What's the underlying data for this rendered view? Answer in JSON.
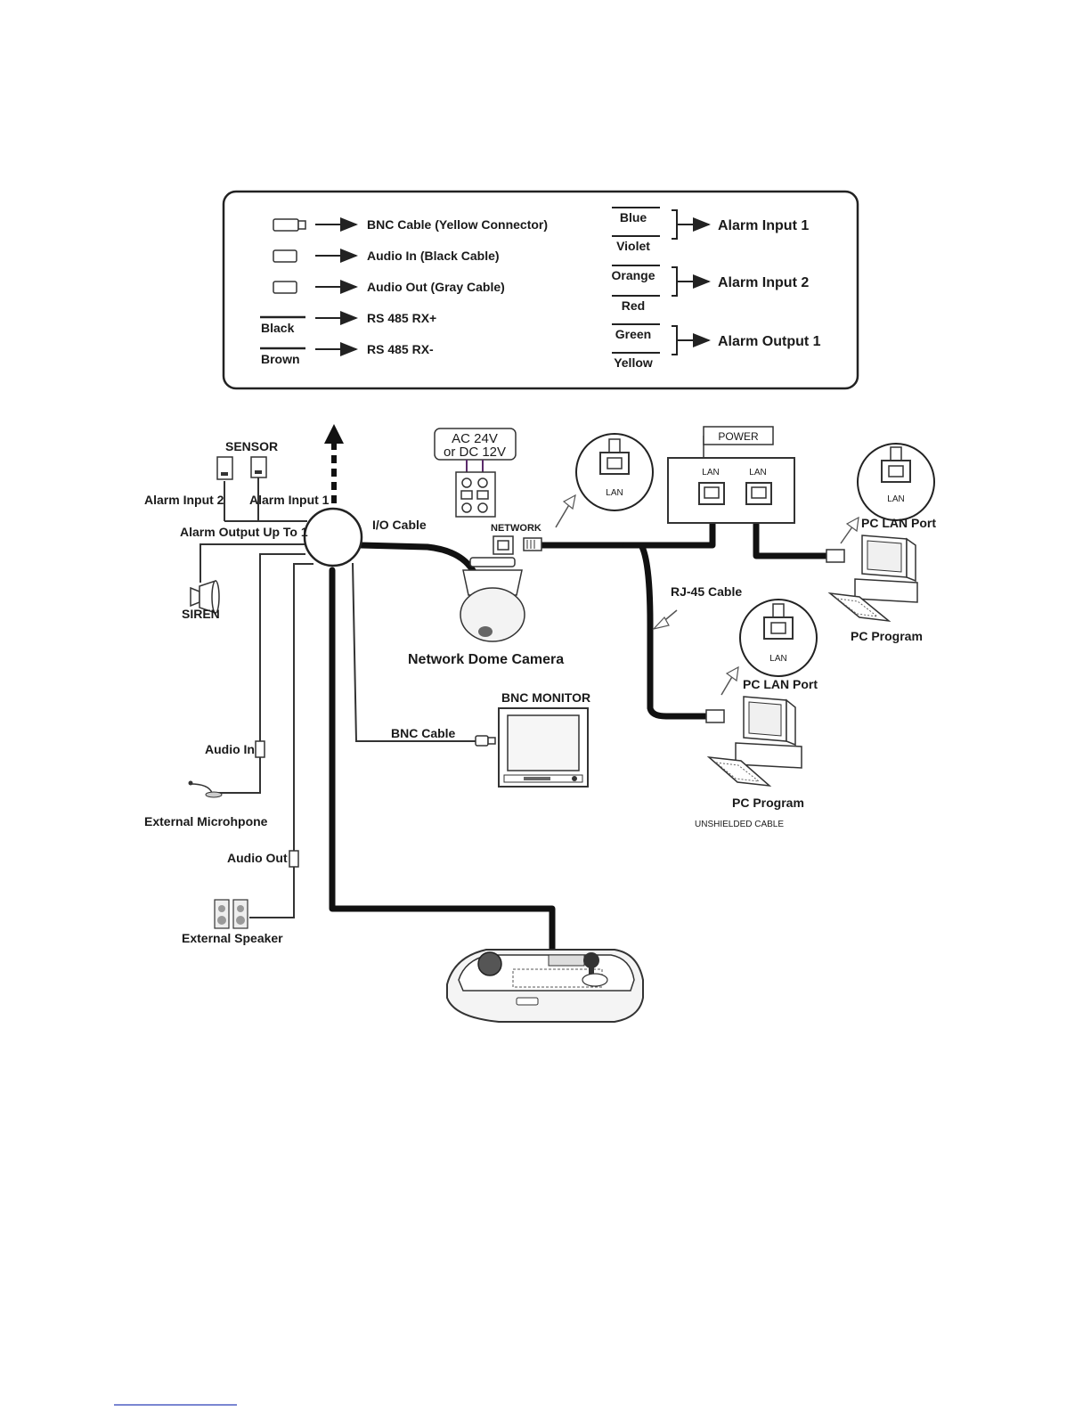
{
  "legend": {
    "connectors": [
      {
        "label": "BNC Cable (Yellow Connector)"
      },
      {
        "label": "Audio In (Black Cable)"
      },
      {
        "label": "Audio Out (Gray Cable)"
      }
    ],
    "wires": [
      {
        "wire": "Black",
        "label": "RS 485 RX+"
      },
      {
        "wire": "Brown",
        "label": "RS 485 RX-"
      }
    ],
    "alarms": [
      {
        "top": "Blue",
        "bottom": "Violet",
        "label": "Alarm Input 1"
      },
      {
        "top": "Orange",
        "bottom": "Red",
        "label": "Alarm Input 2"
      },
      {
        "top": "Green",
        "bottom": "Yellow",
        "label": "Alarm Output 1"
      }
    ]
  },
  "labels": {
    "sensor": "SENSOR",
    "alarm_input_2": "Alarm Input 2",
    "alarm_input_1": "Alarm Input 1",
    "alarm_output": "Alarm Output Up To 1",
    "siren": "SIREN",
    "power_line1": "AC 24V",
    "power_line2": "or DC 12V",
    "io_cable": "I/O Cable",
    "network": "NETWORK",
    "camera": "Network Dome Camera",
    "lan": "LAN",
    "power": "POWER",
    "rj45": "RJ-45 Cable",
    "pc_lan_port": "PC LAN Port",
    "pc_program": "PC Program",
    "bnc_monitor": "BNC MONITOR",
    "bnc_cable": "BNC Cable",
    "audio_in": "Audio In",
    "external_microphone": "External Microhpone",
    "audio_out": "Audio Out",
    "external_speaker": "External Speaker",
    "unshielded_cable": "UNSHIELDED CABLE"
  }
}
